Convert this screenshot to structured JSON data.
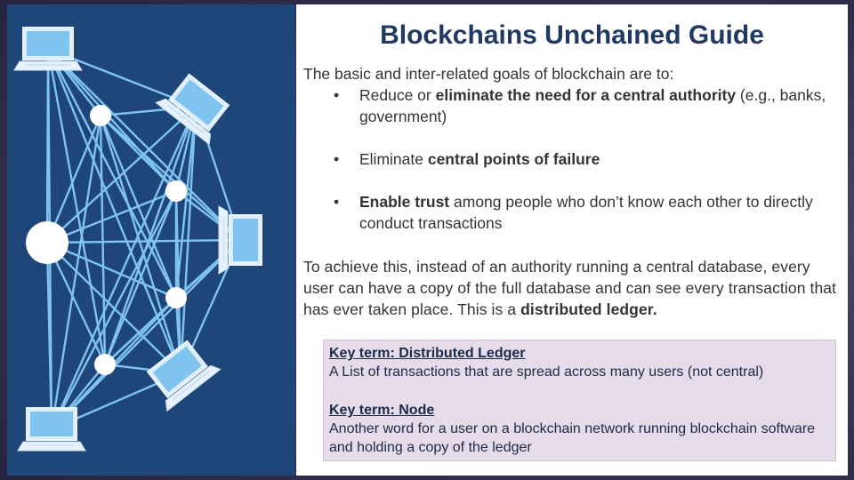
{
  "slide": {
    "title": "Blockchains Unchained Guide",
    "intro": "The basic and inter-related goals of blockchain are to:",
    "bullets": [
      {
        "marker": "•",
        "pre": "Reduce or ",
        "bold": "eliminate the need for a central authority",
        "post": " (e.g., banks, government)"
      },
      {
        "marker": "•",
        "pre": "Eliminate ",
        "bold": "central points of failure",
        "post": ""
      },
      {
        "marker": "•",
        "pre": "",
        "bold": "Enable trust",
        "post": " among people who don’t know each other to directly conduct transactions"
      }
    ],
    "paragraph_pre": "To achieve this, instead of an authority running a central database, every user can have a copy of the full database and can see every transaction that has ever taken place. This is a ",
    "paragraph_bold": "distributed ledger.",
    "key_terms": [
      {
        "title": "Key term: Distributed Ledger",
        "definition": "A List of transactions that are spread across many users (not central)"
      },
      {
        "title": "Key term: Node",
        "definition": "Another word for a user on a blockchain network running blockchain software and holding a copy of the ledger"
      }
    ]
  },
  "colors": {
    "panel_bg": "#1f4679",
    "network_line": "#7fc4ee",
    "node_fill": "#ffffff",
    "title": "#1f3963",
    "keybox_bg": "#e6dbe8"
  },
  "icons": [
    "laptop-icon",
    "node-circle"
  ]
}
